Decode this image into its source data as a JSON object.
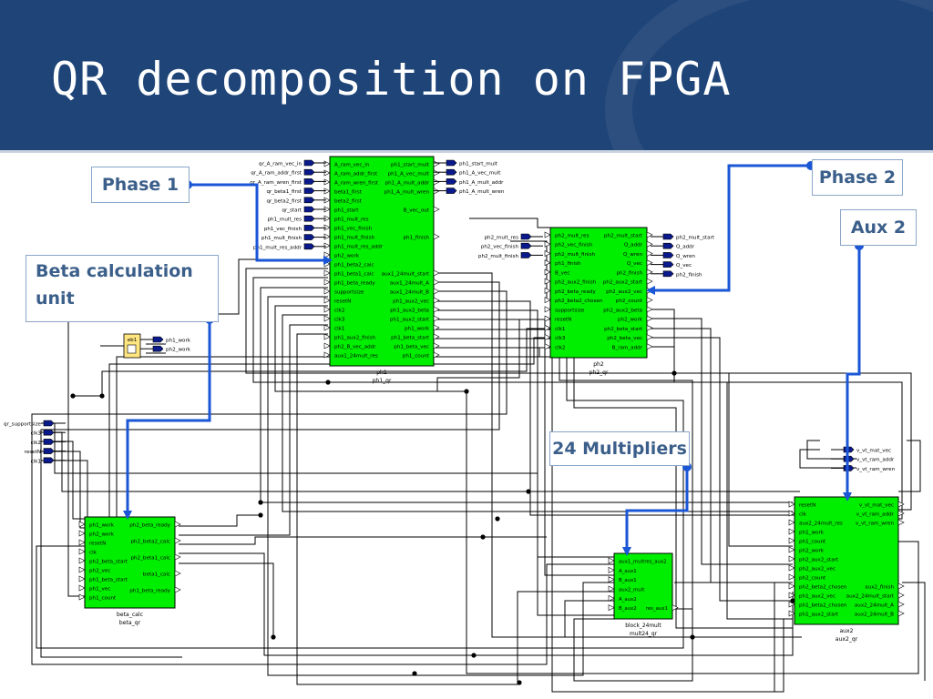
{
  "slide": {
    "title": "QR decomposition on FPGA"
  },
  "colors": {
    "header_bg": "#1f4578",
    "block_fill": "#00ee00",
    "callout_text": "#3b5f8a",
    "callout_arrow": "#1a56d6"
  },
  "callouts": {
    "phase1": "Phase 1",
    "phase2": "Phase 2",
    "aux2": "Aux 2",
    "beta": "Beta calculation unit",
    "multipliers": "24 Multipliers"
  },
  "ph1": {
    "left_ports": [
      "A_ram_vec_in",
      "A_ram_addr_first",
      "A_ram_wren_first",
      "beta1_first",
      "beta2_first",
      "ph1_start",
      "ph1_mult_res",
      "ph1_vec_finish",
      "ph1_mult_finish",
      "ph1_mult_res_addr",
      "ph2_work",
      "ph1_beta2_calc",
      "ph1_beta1_calc",
      "ph1_beta_ready",
      "supportsize",
      "resetN",
      "clk2",
      "clk3",
      "clk1",
      "ph1_aux2_finish",
      "ph2_B_vec_addr",
      "aux1_24mult_res"
    ],
    "right_ports": [
      "ph1_start_mult",
      "ph1_A_vec_mult",
      "ph1_A_mult_addr",
      "ph1_A_mult_wren",
      "",
      "B_vec_out",
      "",
      "",
      "ph1_finish",
      "",
      "",
      "",
      "aux1_24mult_start",
      "aux1_24mult_A",
      "aux1_24mult_B",
      "ph1_aux2_vec",
      "ph1_aux2_beta",
      "ph1_aux2_start",
      "ph1_work",
      "ph1_beta_start",
      "ph1_beta_vec",
      "ph1_count"
    ],
    "inputs": [
      "qr_A_ram_vec_in",
      "qr_A_ram_addr_first",
      "qr_A_ram_wren_first",
      "qr_beta1_first",
      "qr_beta2_first",
      "qr_start",
      "ph1_mult_res",
      "ph1_vec_finish",
      "ph1_mult_finish",
      "ph1_mult_res_addr"
    ],
    "outputs": [
      "ph1_start_mult",
      "ph1_A_vec_mult",
      "ph1_A_mult_addr",
      "ph1_A_mult_wren"
    ],
    "label1": "ph1",
    "label2": "ph1_qr"
  },
  "ph2": {
    "left_ports": [
      "ph2_mult_res",
      "ph2_vec_finish",
      "ph2_mult_finish",
      "ph1_finish",
      "B_vec",
      "ph2_aux2_finish",
      "ph2_beta_ready",
      "ph2_beta2_chosen",
      "supportsize",
      "resetN",
      "clk1",
      "clk3",
      "clk2"
    ],
    "right_ports": [
      "ph2_mult_start",
      "Q_addr",
      "Q_wren",
      "Q_vec",
      "ph2_finish",
      "ph2_aux2_start",
      "ph2_aux2_vec",
      "ph2_count",
      "ph2_aux2_beta",
      "ph2_work",
      "ph2_beta_start",
      "ph2_beta_vec",
      "B_ram_addr"
    ],
    "inputs": [
      "ph2_mult_res",
      "ph2_vec_finish",
      "ph2_mult_finish"
    ],
    "outputs": [
      "ph2_mult_start",
      "Q_addr",
      "Q_wren",
      "Q_vec",
      "ph2_finish"
    ],
    "label1": "ph2",
    "label2": "ph2_qr"
  },
  "beta": {
    "left_ports": [
      "ph1_work",
      "ph2_work",
      "resetN",
      "clk",
      "ph2_beta_start",
      "ph2_vec",
      "ph1_beta_start",
      "ph1_vec",
      "ph1_count"
    ],
    "right_ports": [
      "ph2_beta_ready",
      "ph2_beta2_calc",
      "ph2_beta1_calc",
      "beta1_calc",
      "ph1_beta_ready"
    ],
    "label1": "beta_calc",
    "label2": "beta_qr"
  },
  "mult": {
    "left_ports": [
      "aux1_multres_aux2",
      "A_aux1",
      "B_aux1",
      "aux2_mult",
      "A_aux2",
      "B_aux2"
    ],
    "right_ports": [
      "",
      "",
      "",
      "",
      "",
      "res_aux1"
    ],
    "label1": "block_24mult",
    "label2": "mult24_qr"
  },
  "aux2": {
    "left_ports": [
      "resetN",
      "clk",
      "aux2_24mult_res",
      "ph1_work",
      "ph1_count",
      "ph2_work",
      "ph2_aux2_start",
      "ph2_aux2_vec",
      "ph2_count",
      "ph2_beta2_chosen",
      "ph1_aux2_vec",
      "ph1_beta2_chosen",
      "ph1_aux2_start"
    ],
    "right_ports": [
      "v_vt_mat_vec",
      "v_vt_ram_addr",
      "v_vt_ram_wren",
      "",
      "",
      "",
      "",
      "",
      "",
      "aux2_finish",
      "aux2_24mult_start",
      "aux2_24mult_A",
      "aux2_24mult_B"
    ],
    "outputs": [
      "v_vt_mat_vec",
      "v_vt_ram_addr",
      "v_vt_ram_wren"
    ],
    "label1": "aux2",
    "label2": "aux2_qr"
  },
  "eb1": {
    "label": "eb1",
    "outputs": [
      "ph1_work",
      "ph2_work"
    ]
  },
  "global_inputs": [
    "qr_supportsize",
    "clk3",
    "clk2",
    "resetN",
    "clk1"
  ]
}
